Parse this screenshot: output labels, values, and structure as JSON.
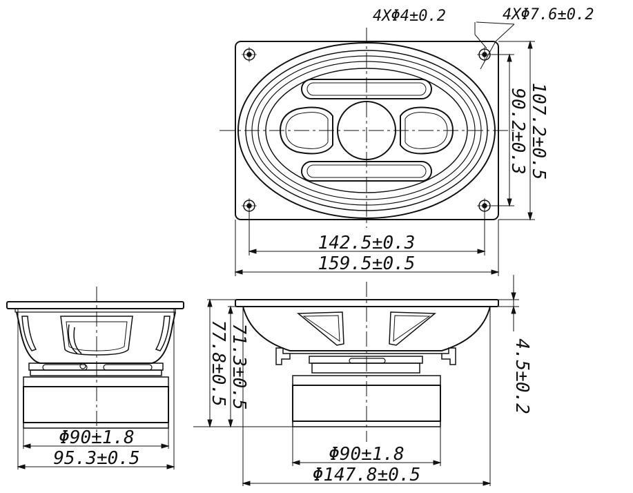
{
  "top_view": {
    "hole_spec_small": "4XΦ4±0.2",
    "hole_spec_large": "4XΦ7.6±0.2",
    "width_inner": "142.5±0.3",
    "width_outer": "159.5±0.5",
    "height_inner": "90.2±0.3",
    "height_outer": "107.2±0.5"
  },
  "side_view_left": {
    "magnet_diameter": "Φ90±1.8",
    "depth": "95.3±0.5"
  },
  "side_view_right": {
    "height_inner": "71.3±0.5",
    "height_outer": "77.8±0.5",
    "flange_thickness": "4.5±0.2",
    "magnet_diameter": "Φ90±1.8",
    "frame_diameter": "Φ147.8±0.5"
  },
  "colors": {
    "line": "#111111",
    "background": "#ffffff"
  }
}
